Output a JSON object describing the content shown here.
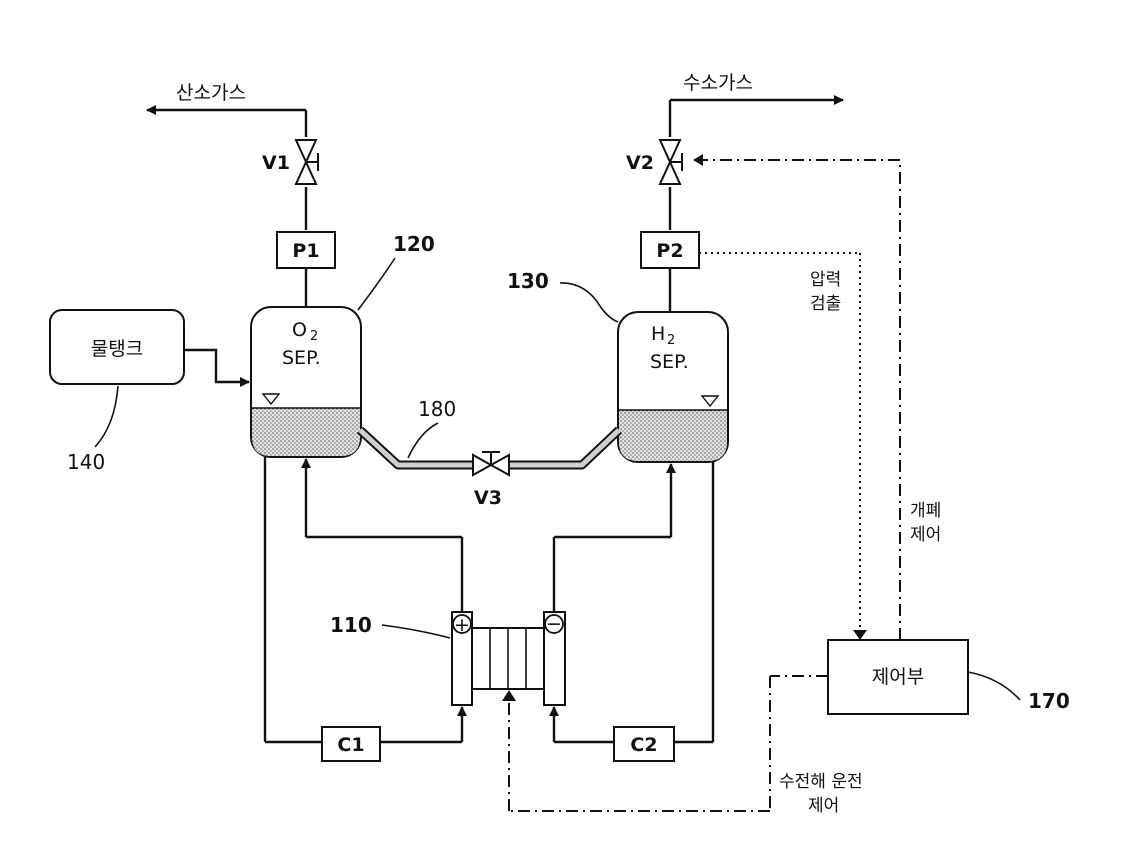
{
  "outlets": {
    "oxygen_gas": "산소가스",
    "hydrogen_gas": "수소가스"
  },
  "valves": {
    "v1": "V1",
    "v2": "V2",
    "v3": "V3"
  },
  "sensors": {
    "p1": "P1",
    "p2": "P2"
  },
  "coolers": {
    "c1": "C1",
    "c2": "C2"
  },
  "separators": {
    "o2": {
      "formula": "O",
      "subscript": "2",
      "label": "SEP."
    },
    "h2": {
      "formula": "H",
      "subscript": "2",
      "label": "SEP."
    }
  },
  "water_tank": {
    "label": "물탱크"
  },
  "controller": {
    "label": "제어부"
  },
  "electrolyzer": {
    "plus": "+",
    "minus": "−"
  },
  "reference_numbers": {
    "stack": "110",
    "o2_separator": "120",
    "h2_separator": "130",
    "water_tank": "140",
    "controller": "170",
    "connecting_pipe": "180"
  },
  "signals": {
    "pressure_detect": [
      "압력",
      "검출"
    ],
    "open_close_control": [
      "개폐",
      "제어"
    ],
    "electrolysis_control": [
      "수전해 운전",
      "제어"
    ]
  }
}
